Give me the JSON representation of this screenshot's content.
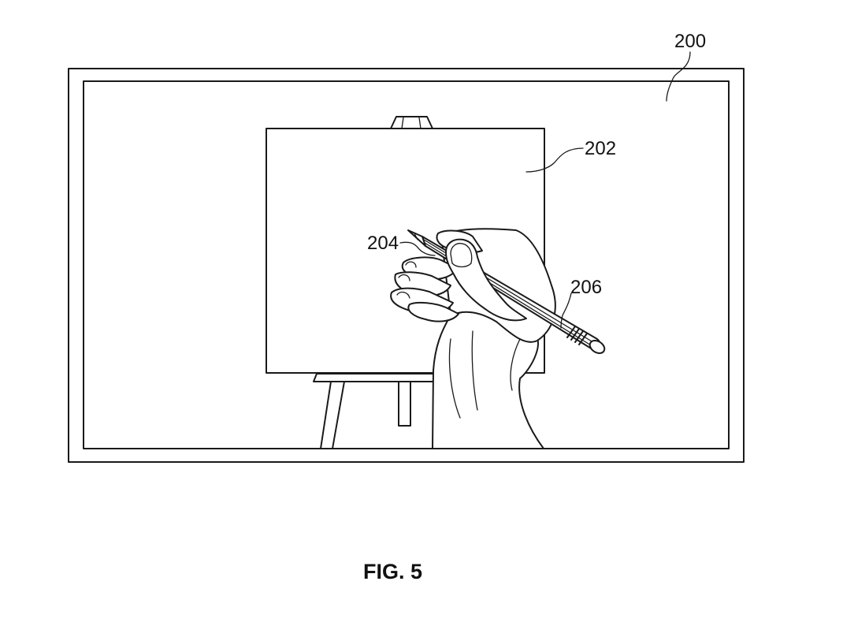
{
  "labels": {
    "display": "200",
    "canvas": "202",
    "stylus_tip": "204",
    "stylus": "206"
  },
  "caption": "FIG. 5",
  "colors": {
    "line": "#1a1a1a",
    "background": "#ffffff"
  }
}
